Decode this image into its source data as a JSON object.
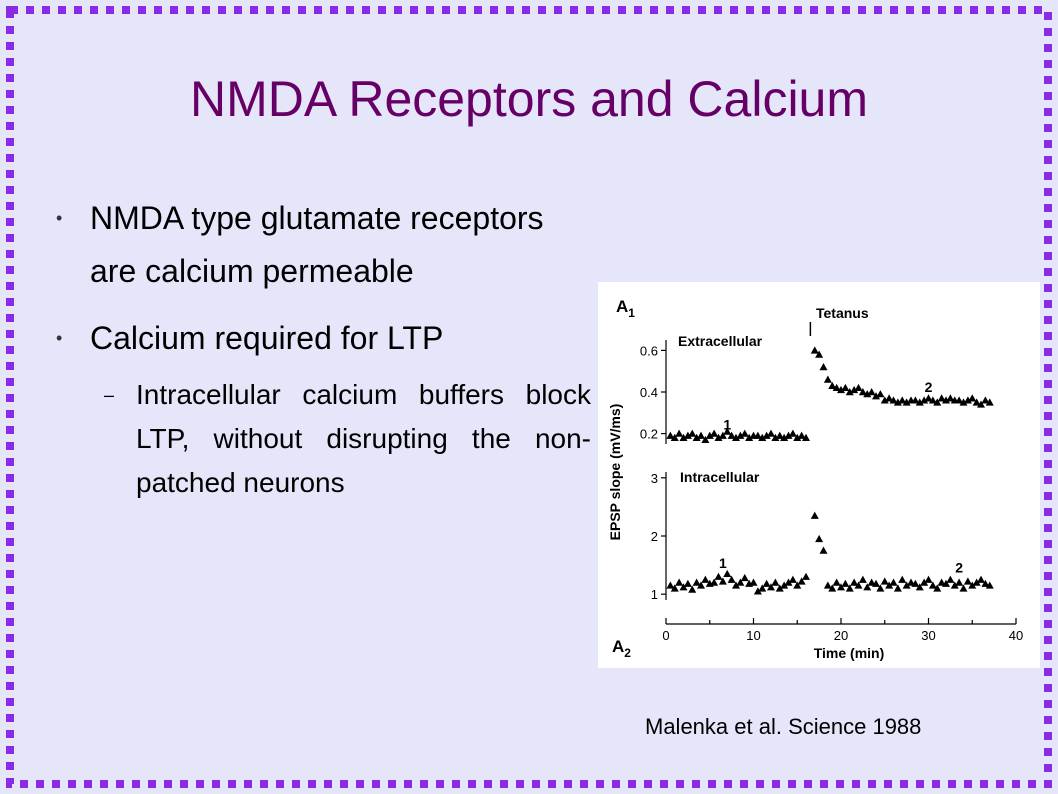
{
  "slide": {
    "title": "NMDA Receptors and Calcium",
    "bullets": [
      {
        "text": "NMDA type glutamate receptors are calcium permeable"
      },
      {
        "text": "Calcium required for LTP",
        "subbullets": [
          {
            "text": "Intracellular calcium buffers block LTP, without disrupting the non-patched neurons"
          }
        ]
      }
    ],
    "bullet_glyph": "•",
    "sub_glyph": "–",
    "caption": "Malenka et al. Science 1988",
    "colors": {
      "background": "#e6e6fa",
      "title": "#660066",
      "border": "#8a2be2"
    }
  },
  "chart_data": {
    "type": "scatter",
    "panel_labels": [
      "A1",
      "A2"
    ],
    "annotation": "Tetanus",
    "xlabel": "Time (min)",
    "ylabel": "EPSP slope (mV/ms)",
    "xlim": [
      0,
      40
    ],
    "x_ticks": [
      "0",
      "10",
      "20",
      "30",
      "40"
    ],
    "subplots": [
      {
        "name": "Extracellular",
        "y_ticks": [
          "0.2",
          "0.4",
          "0.6"
        ],
        "ylim": [
          0.15,
          0.65
        ],
        "markers": [
          "1",
          "2"
        ],
        "x": [
          0.5,
          1,
          1.5,
          2,
          2.5,
          3,
          3.5,
          4,
          4.5,
          5,
          5.5,
          6,
          6.5,
          7,
          7.5,
          8,
          8.5,
          9,
          9.5,
          10,
          10.5,
          11,
          11.5,
          12,
          12.5,
          13,
          13.5,
          14,
          14.5,
          15,
          15.5,
          16,
          17,
          17.5,
          18,
          18.5,
          19,
          19.5,
          20,
          20.5,
          21,
          21.5,
          22,
          22.5,
          23,
          23.5,
          24,
          24.5,
          25,
          25.5,
          26,
          26.5,
          27,
          27.5,
          28,
          28.5,
          29,
          29.5,
          30,
          30.5,
          31,
          31.5,
          32,
          32.5,
          33,
          33.5,
          34,
          34.5,
          35,
          35.5,
          36,
          36.5,
          37
        ],
        "y": [
          0.19,
          0.18,
          0.2,
          0.18,
          0.19,
          0.2,
          0.18,
          0.19,
          0.17,
          0.19,
          0.2,
          0.18,
          0.19,
          0.21,
          0.19,
          0.18,
          0.19,
          0.2,
          0.18,
          0.19,
          0.19,
          0.18,
          0.19,
          0.2,
          0.18,
          0.19,
          0.18,
          0.19,
          0.2,
          0.18,
          0.19,
          0.18,
          0.6,
          0.58,
          0.52,
          0.46,
          0.43,
          0.42,
          0.41,
          0.42,
          0.4,
          0.41,
          0.42,
          0.4,
          0.39,
          0.4,
          0.38,
          0.39,
          0.36,
          0.37,
          0.36,
          0.35,
          0.36,
          0.35,
          0.36,
          0.36,
          0.35,
          0.36,
          0.37,
          0.36,
          0.35,
          0.37,
          0.36,
          0.37,
          0.36,
          0.36,
          0.35,
          0.36,
          0.37,
          0.35,
          0.34,
          0.36,
          0.35
        ]
      },
      {
        "name": "Intracellular",
        "y_ticks": [
          "1",
          "2",
          "3"
        ],
        "ylim": [
          0.9,
          3.1
        ],
        "markers": [
          "1",
          "2"
        ],
        "x": [
          0.5,
          1,
          1.5,
          2,
          2.5,
          3,
          3.5,
          4,
          4.5,
          5,
          5.5,
          6,
          6.5,
          7,
          7.5,
          8,
          8.5,
          9,
          9.5,
          10,
          10.5,
          11,
          11.5,
          12,
          12.5,
          13,
          13.5,
          14,
          14.5,
          15,
          15.5,
          16,
          17,
          17.5,
          18,
          18.5,
          19,
          19.5,
          20,
          20.5,
          21,
          21.5,
          22,
          22.5,
          23,
          23.5,
          24,
          24.5,
          25,
          25.5,
          26,
          26.5,
          27,
          27.5,
          28,
          28.5,
          29,
          29.5,
          30,
          30.5,
          31,
          31.5,
          32,
          32.5,
          33,
          33.5,
          34,
          34.5,
          35,
          35.5,
          36,
          36.5,
          37
        ],
        "y": [
          1.15,
          1.1,
          1.2,
          1.12,
          1.18,
          1.08,
          1.2,
          1.15,
          1.25,
          1.18,
          1.2,
          1.3,
          1.22,
          1.35,
          1.25,
          1.15,
          1.2,
          1.28,
          1.18,
          1.2,
          1.05,
          1.1,
          1.18,
          1.12,
          1.2,
          1.1,
          1.15,
          1.2,
          1.25,
          1.15,
          1.22,
          1.3,
          2.35,
          1.95,
          1.75,
          1.15,
          1.1,
          1.2,
          1.12,
          1.18,
          1.1,
          1.2,
          1.15,
          1.25,
          1.12,
          1.2,
          1.18,
          1.1,
          1.22,
          1.15,
          1.2,
          1.1,
          1.25,
          1.15,
          1.2,
          1.18,
          1.12,
          1.2,
          1.25,
          1.15,
          1.1,
          1.2,
          1.18,
          1.25,
          1.15,
          1.2,
          1.1,
          1.22,
          1.15,
          1.2,
          1.25,
          1.18,
          1.15
        ]
      }
    ]
  }
}
